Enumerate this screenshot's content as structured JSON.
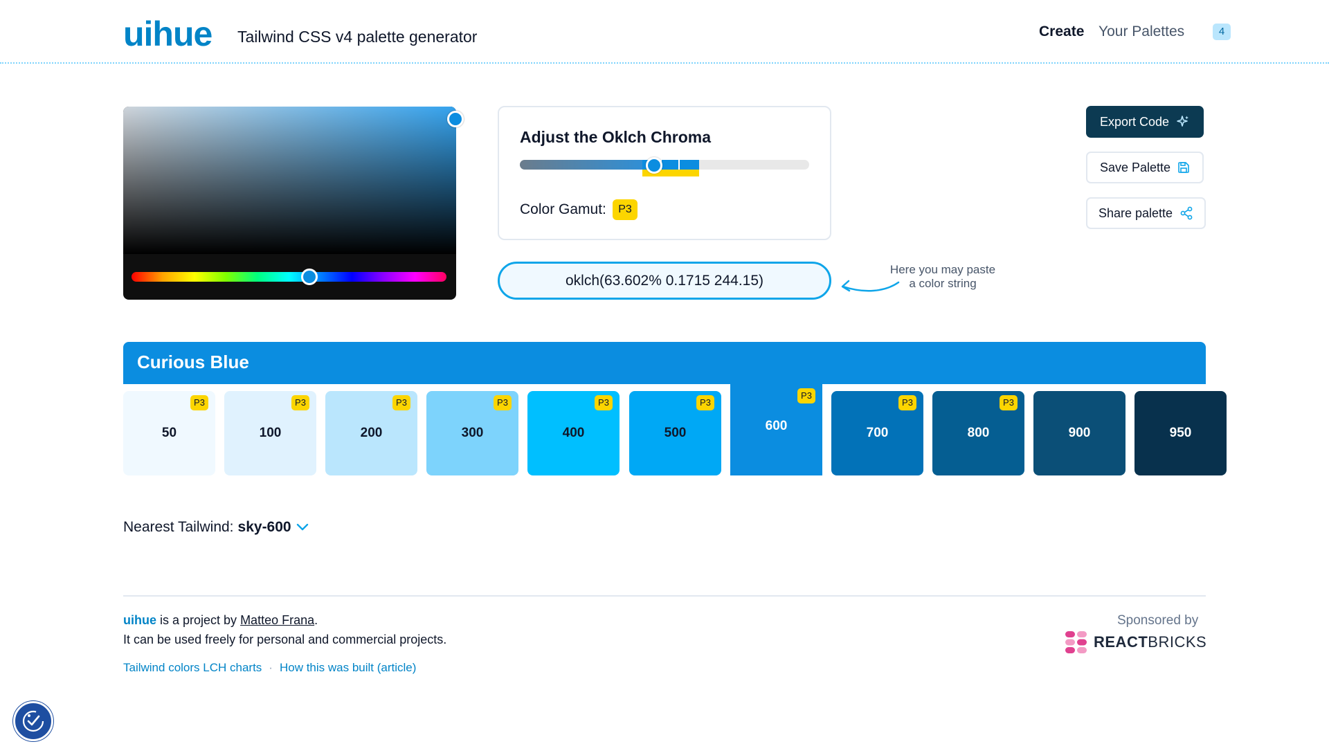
{
  "header": {
    "logo_text": "uihue",
    "tagline": "Tailwind CSS v4 palette generator",
    "nav_create": "Create",
    "nav_palettes": "Your Palettes",
    "palettes_count": "4"
  },
  "picker": {
    "sv_handle_color": "#0b8de0",
    "hue_handle_color": "#0b8de0"
  },
  "chroma": {
    "title": "Adjust the Oklch Chroma",
    "gamut_label": "Color Gamut:",
    "gamut_value": "P3"
  },
  "color_input": {
    "value": "oklch(63.602% 0.1715 244.15)"
  },
  "hint": {
    "line1": "Here you may paste",
    "line2": "a color string"
  },
  "actions": {
    "export": "Export Code",
    "save": "Save Palette",
    "share": "Share palette"
  },
  "palette": {
    "name": "Curious Blue",
    "accent_color": "#0b8de0",
    "swatches": [
      {
        "label": "50",
        "color": "#f0f9ff",
        "text": "#0f172a",
        "p3": "P3"
      },
      {
        "label": "100",
        "color": "#e0f2fe",
        "text": "#0f172a",
        "p3": "P3"
      },
      {
        "label": "200",
        "color": "#bae6fd",
        "text": "#0f172a",
        "p3": "P3"
      },
      {
        "label": "300",
        "color": "#7dd3fc",
        "text": "#0f172a",
        "p3": "P3"
      },
      {
        "label": "400",
        "color": "#00bfff",
        "text": "#0f172a",
        "p3": "P3"
      },
      {
        "label": "500",
        "color": "#00a8f5",
        "text": "#0f172a",
        "p3": "P3"
      },
      {
        "label": "600",
        "color": "#0b8de0",
        "text": "#ffffff",
        "p3": "P3"
      },
      {
        "label": "700",
        "color": "#0272b8",
        "text": "#ffffff",
        "p3": "P3"
      },
      {
        "label": "800",
        "color": "#055e92",
        "text": "#ffffff",
        "p3": "P3"
      },
      {
        "label": "900",
        "color": "#0b4f77",
        "text": "#ffffff",
        "p3": ""
      },
      {
        "label": "950",
        "color": "#08314d",
        "text": "#ffffff",
        "p3": ""
      }
    ]
  },
  "nearest": {
    "label": "Nearest Tailwind:",
    "value": "sky-600"
  },
  "footer": {
    "brand": "uihue",
    "line1_mid": " is a project by ",
    "author": "Matteo Frana",
    "line1_end": ".",
    "line2": "It can be used freely for personal and commercial projects.",
    "link1": "Tailwind colors LCH charts",
    "separator": "·",
    "link2": "How this was built (article)",
    "sponsor_label": "Sponsored by",
    "sponsor_bold": "REACT",
    "sponsor_light": "BRICKS"
  }
}
